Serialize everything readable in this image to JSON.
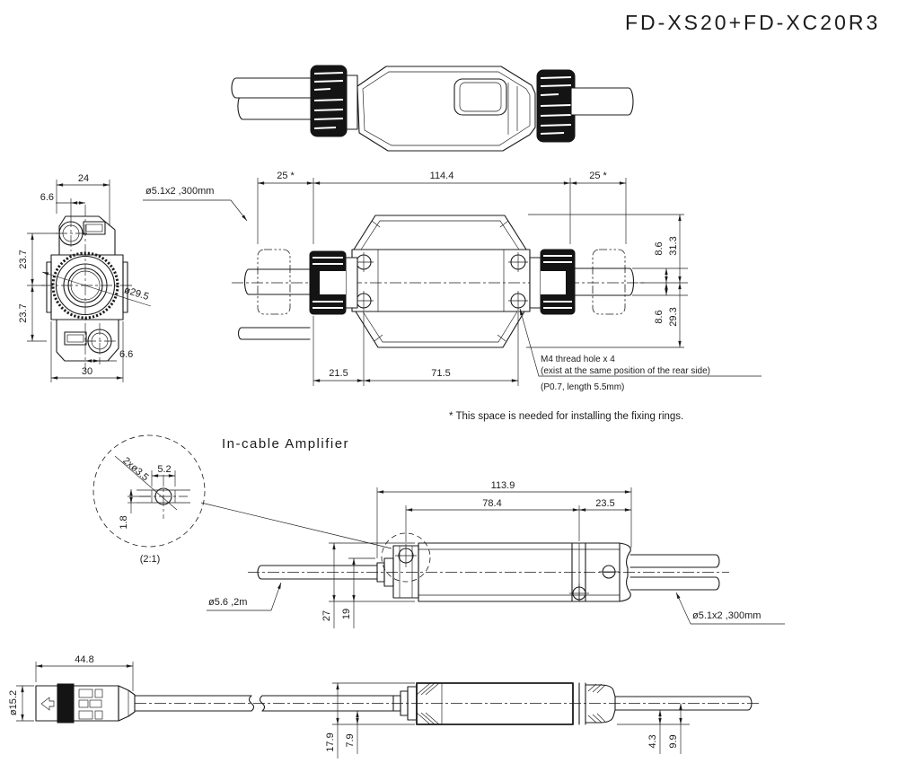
{
  "title": "FD-XS20+FD-XC20R3",
  "section_title": "In-cable Amplifier",
  "notes": {
    "space_note": "* This space is needed for installing the fixing rings.",
    "m4_line1": "M4 thread hole x 4",
    "m4_line2": "(exist at the same position of the rear side)",
    "m4_line3": "(P0.7, length 5.5mm)"
  },
  "front_view": {
    "top_width": "24",
    "top_offset": "6.6",
    "upper_height": "23.7",
    "lower_height": "23.7",
    "bottom_width": "30",
    "bottom_offset": "6.6",
    "ring_diameter": "ø29.5"
  },
  "side_view": {
    "left_space": "25 *",
    "body_length": "114.4",
    "right_space": "25 *",
    "cable_label": "ø5.1x2 ,300mm",
    "upper_offset": "8.6",
    "upper_height": "31.3",
    "lower_offset": "8.6",
    "lower_height": "29.3",
    "hole_offset": "21.5",
    "hole_pitch": "71.5"
  },
  "detail_view": {
    "holes_label": "2xø3.5",
    "slot_width": "5.2",
    "slot_offset": "1.8",
    "scale_label": "(2:1)"
  },
  "amplifier_view": {
    "total_length": "113.9",
    "body_length": "78.4",
    "end_length": "23.5",
    "body_height": "27",
    "inner_height": "19",
    "cable_left_label": "ø5.6 ,2m",
    "cable_right_label": "ø5.1x2 ,300mm"
  },
  "connector_view": {
    "length": "44.8",
    "diameter": "ø15.2",
    "body_height": "17.9",
    "lower_height": "7.9",
    "right_offset": "4.3",
    "right_height": "9.9"
  }
}
